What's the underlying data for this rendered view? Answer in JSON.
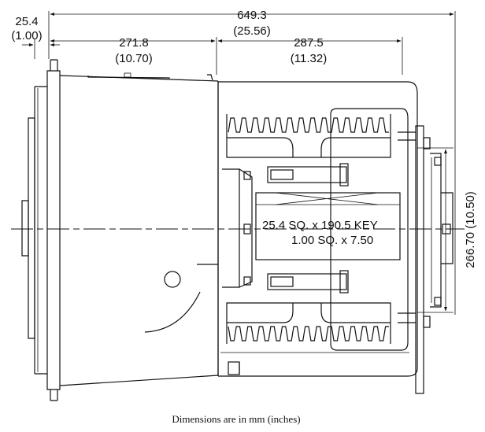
{
  "dimensions": {
    "flange": {
      "mm": "25.4",
      "in": "(1.00)"
    },
    "overall": {
      "mm": "649.3",
      "in": "(25.56)"
    },
    "housing": {
      "mm": "271.8",
      "in": "(10.70)"
    },
    "drum": {
      "mm": "287.5",
      "in": "(11.32)"
    },
    "height": {
      "label": "266.70 (10.50)"
    }
  },
  "key_note": {
    "line1": "25.4 SQ. x 190.5 KEY",
    "line2": "1.00 SQ. x 7.50"
  },
  "caption": "Dimensions are in mm (inches)"
}
